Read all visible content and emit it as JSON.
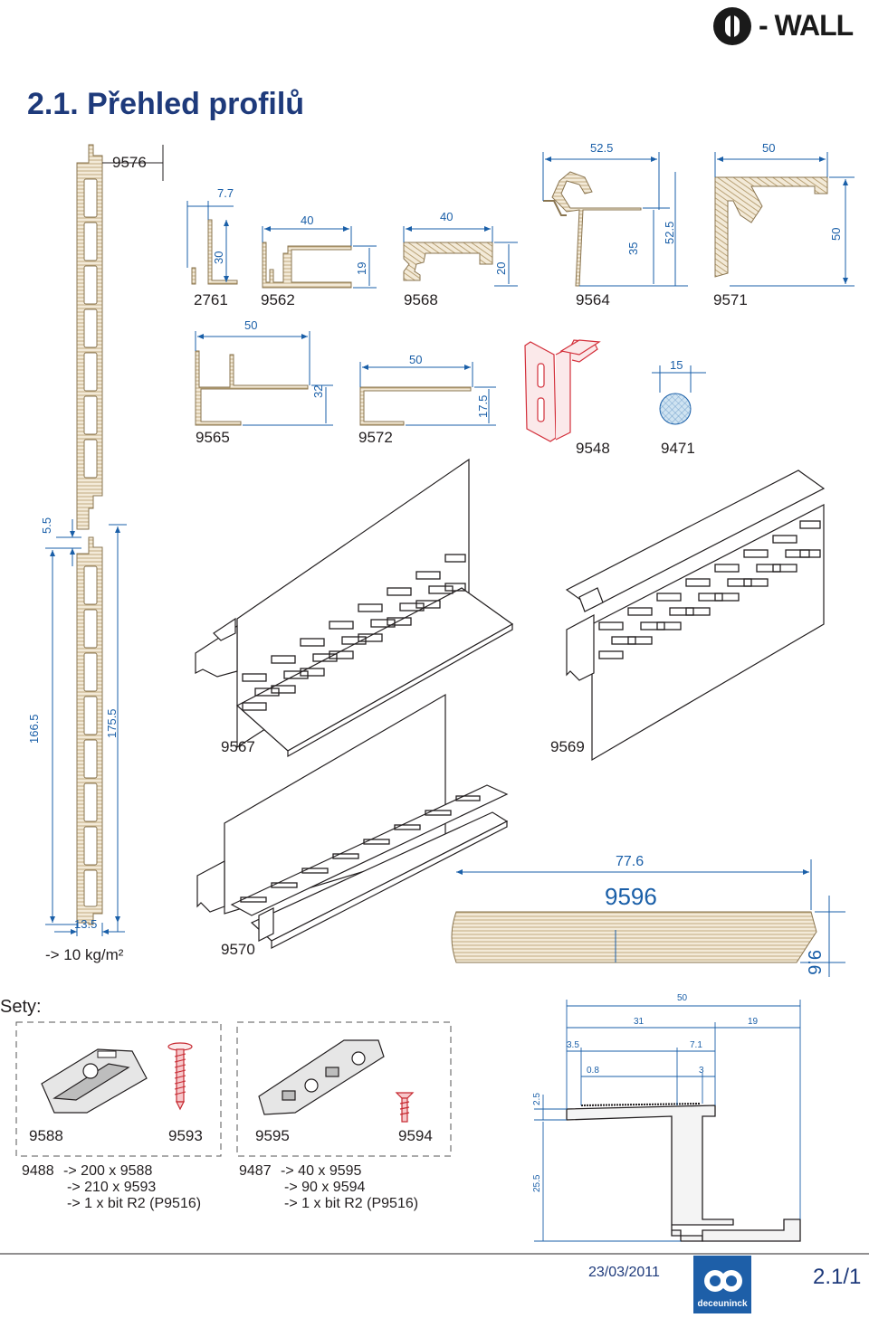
{
  "header": {
    "brand": "- WALL",
    "title": "2.1. Přehled profilů"
  },
  "profiles": {
    "p9576": "9576",
    "p2761": "2761",
    "p9562": "9562",
    "p9568": "9568",
    "p9564": "9564",
    "p9571": "9571",
    "p9565": "9565",
    "p9572": "9572",
    "p9548": "9548",
    "p9471": "9471",
    "p9567": "9567",
    "p9569": "9569",
    "p9570": "9570",
    "p9596": "9596"
  },
  "dims": {
    "d7_7": "7.7",
    "d30": "30",
    "d40a": "40",
    "d19": "19",
    "d40b": "40",
    "d20": "20",
    "d52_5a": "52.5",
    "d35": "35",
    "d52_5b": "52.5",
    "d50a": "50",
    "d50b": "50",
    "d50c": "50",
    "d32": "32",
    "d50d": "50",
    "d17_5": "17.5",
    "d15": "15",
    "d5_5": "5.5",
    "d166_5": "166.5",
    "d175_5": "175.5",
    "d13_5": "13.5",
    "d77_6": "77.6",
    "d9_6": "9.6"
  },
  "weight": "-> 10 kg/m²",
  "sets": {
    "heading": "Sety:",
    "s9588": "9588",
    "s9593": "9593",
    "s9595": "9595",
    "s9594": "9594",
    "set1": {
      "code": "9488",
      "l1": "-> 200 x 9588",
      "l2": "-> 210 x 9593",
      "l3": "-> 1 x bit R2 (P9516)"
    },
    "set2": {
      "code": "9487",
      "l1": "-> 40 x 9595",
      "l2": "-> 90 x 9594",
      "l3": "-> 1 x bit R2 (P9516)"
    }
  },
  "detail_dims": {
    "t50": "50",
    "t31": "31",
    "t19": "19",
    "t3_5": "3.5",
    "t7_1": "7.1",
    "t0_8": "0.8",
    "t3": "3",
    "t2_5": "2.5",
    "t25_5": "25.5"
  },
  "footer": {
    "date": "23/03/2011",
    "logo": "deceuninck",
    "page": "2.1/1"
  },
  "colors": {
    "title": "#1e3a7b",
    "dimension": "#1a5fa8",
    "profile": "#b39a6b",
    "red": "#d32f3a"
  }
}
